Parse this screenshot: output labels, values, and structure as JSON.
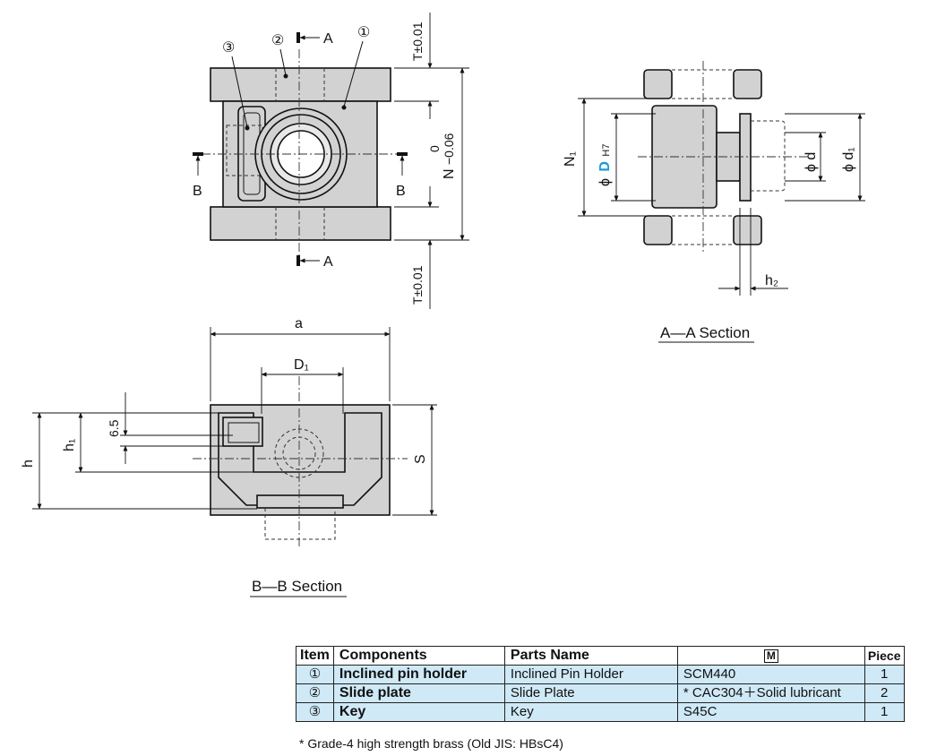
{
  "labels": {
    "item1": "①",
    "item2": "②",
    "item3": "③",
    "section_a": "A",
    "section_b": "B",
    "dim_T": "T±0.01",
    "dim_N": "N",
    "tol_N_upper": "0",
    "tol_N_lower": "−0.06",
    "dim_N1": "N₁",
    "dim_phiD": "ϕ",
    "dim_D": "D",
    "dim_D_fit": "H7",
    "dim_phid": "ϕ d",
    "dim_phid1": "ϕ d₁",
    "dim_h2": "h₂",
    "dim_a": "a",
    "dim_D1": "D₁",
    "dim_65": "6.5",
    "dim_h": "h",
    "dim_h1": "h₁",
    "dim_S": "S"
  },
  "section_titles": {
    "aa": "A—A Section",
    "bb": "B—B Section"
  },
  "colors": {
    "highlight": "#1a9ad6",
    "table_fill": "#cfe9f6",
    "body_fill": "#d2d2d2"
  },
  "table": {
    "headers": {
      "item": "Item",
      "components": "Components",
      "parts_name": "Parts  Name",
      "material_icon": "M",
      "piece": "Piece"
    },
    "rows": [
      {
        "item": "①",
        "component": "Inclined pin holder",
        "parts_name": "Inclined  Pin  Holder",
        "material": "SCM440",
        "piece": "1"
      },
      {
        "item": "②",
        "component": "Slide plate",
        "parts_name": "Slide  Plate",
        "material": " * CAC304＋Solid lubricant",
        "piece": "2"
      },
      {
        "item": "③",
        "component": "Key",
        "parts_name": "Key",
        "material": "S45C",
        "piece": "1"
      }
    ],
    "note": "* Grade-4 high strength brass (Old JIS: HBsC4)"
  }
}
